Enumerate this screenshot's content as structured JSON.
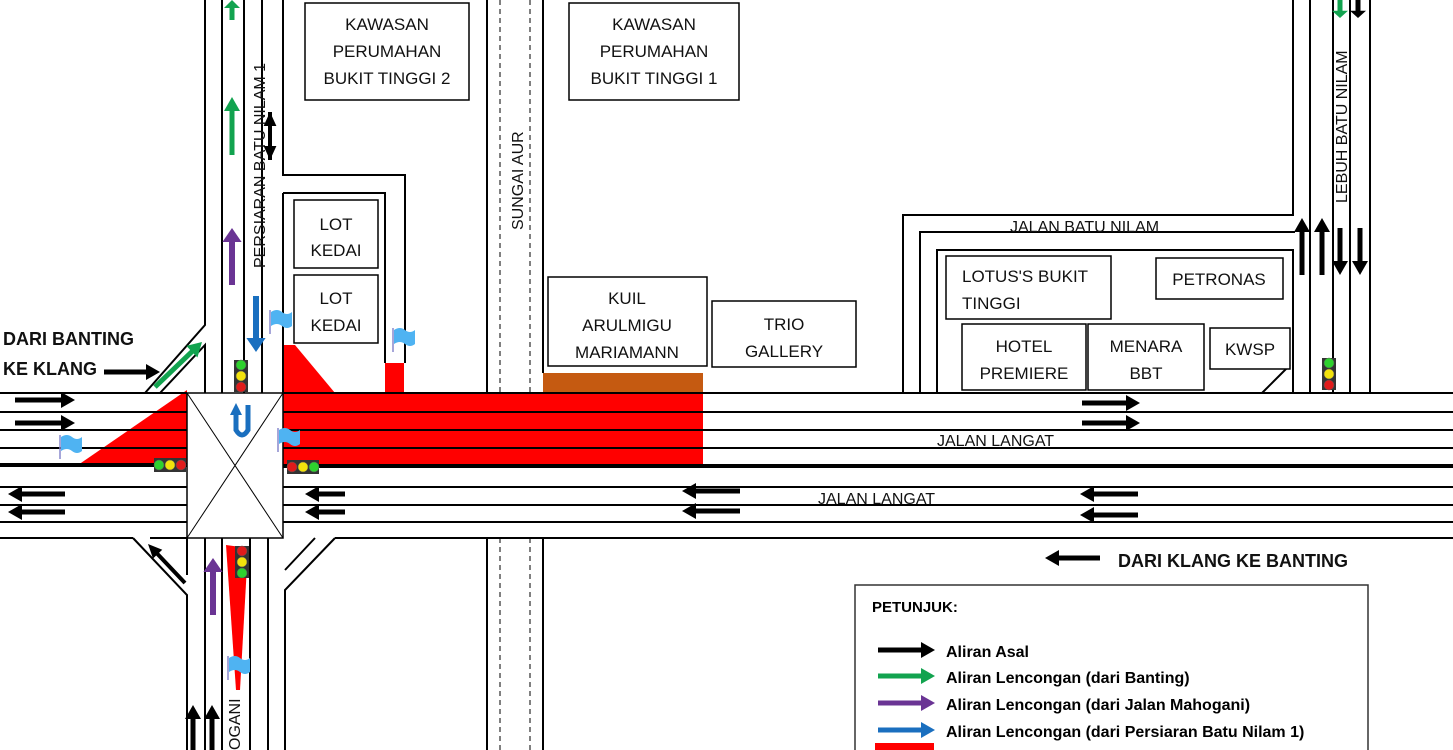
{
  "colors": {
    "original_flow": "#000000",
    "detour_banting": "#12a34f",
    "detour_mahogani": "#6a3494",
    "detour_batu_nilam": "#1a6fbf",
    "closure": "#ff0000",
    "brown_strip": "#c55a11",
    "flag": "#4fb3f2"
  },
  "buildings": {
    "kawasan2": [
      "KAWASAN",
      "PERUMAHAN",
      "BUKIT TINGGI 2"
    ],
    "kawasan1": [
      "KAWASAN",
      "PERUMAHAN",
      "BUKIT TINGGI 1"
    ],
    "lot_kedai_1": [
      "LOT",
      "KEDAI"
    ],
    "lot_kedai_2": [
      "LOT",
      "KEDAI"
    ],
    "kuil": [
      "KUIL",
      "ARULMIGU",
      "MARIAMANN"
    ],
    "trio": [
      "TRIO",
      "GALLERY"
    ],
    "lotus": [
      "LOTUS'S BUKIT",
      "TINGGI"
    ],
    "petronas": "PETRONAS",
    "hotel": [
      "HOTEL",
      "PREMIERE"
    ],
    "menara": [
      "MENARA",
      "BBT"
    ],
    "kwsp": "KWSP"
  },
  "roads": {
    "persiaran": "PERSIARAN BATU NILAM 1",
    "sungai": "SUNGAI AUR",
    "lebuh": "LEBUH BATU NILAM",
    "jalan_batu_nilam": "JALAN BATU NILAM",
    "jalan_langat_1": "JALAN LANGAT",
    "jalan_langat_2": "JALAN LANGAT",
    "mahogani": "OGANI"
  },
  "directions": {
    "from_banting": [
      "DARI BANTING",
      "KE KLANG"
    ],
    "from_klang": "DARI KLANG KE BANTING"
  },
  "legend": {
    "title": "PETUNJUK:",
    "items": [
      {
        "label": "Aliran Asal"
      },
      {
        "label": "Aliran Lencongan (dari Banting)"
      },
      {
        "label": "Aliran Lencongan (dari Jalan Mahogani)"
      },
      {
        "label": "Aliran Lencongan (dari Persiaran Batu Nilam 1)"
      }
    ]
  }
}
